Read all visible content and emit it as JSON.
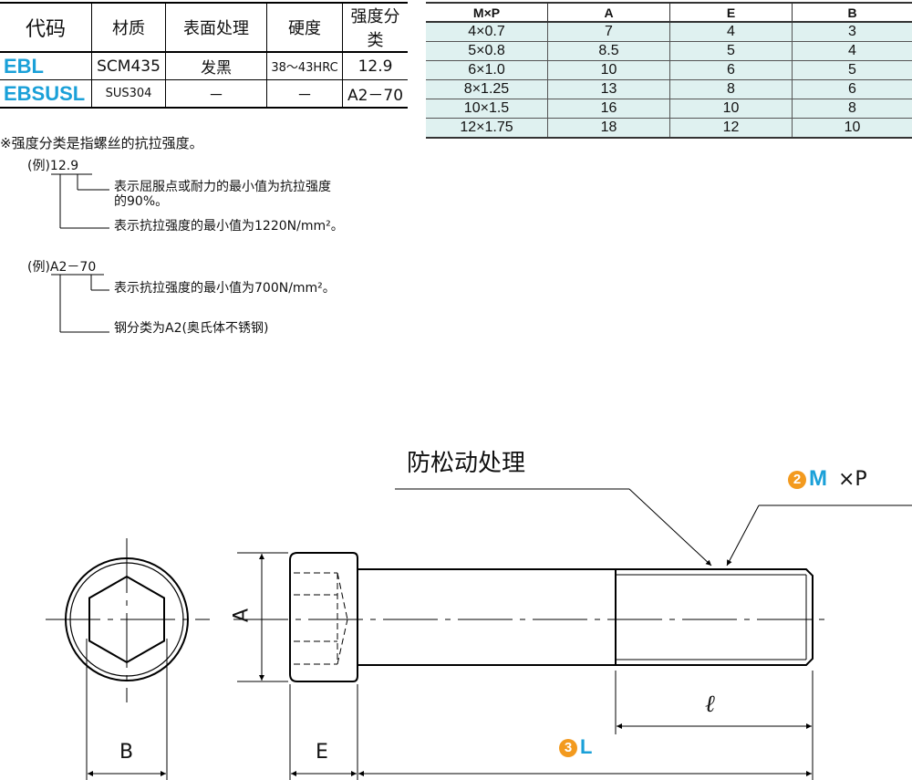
{
  "spec_table": {
    "headers": [
      "代码",
      "材质",
      "表面处理",
      "硬度",
      "强度分类"
    ],
    "rows": [
      {
        "code": "EBL",
        "material": "SCM435",
        "surface": "发黑",
        "hardness": "38～43HRC",
        "strength": "12.9"
      },
      {
        "code": "EBSUSL",
        "material": "SUS304",
        "surface": "－",
        "hardness": "－",
        "strength": "A2－70"
      }
    ]
  },
  "size_table": {
    "headers": [
      "M×P",
      "A",
      "E",
      "B"
    ],
    "rows": [
      [
        "4×0.7",
        "7",
        "4",
        "3"
      ],
      [
        "5×0.8",
        "8.5",
        "5",
        "4"
      ],
      [
        "6×1.0",
        "10",
        "6",
        "5"
      ],
      [
        "8×1.25",
        "13",
        "8",
        "6"
      ],
      [
        "10×1.5",
        "16",
        "10",
        "8"
      ],
      [
        "12×1.75",
        "18",
        "12",
        "10"
      ]
    ]
  },
  "notes": {
    "title": "※强度分类是指螺丝的抗拉强度。",
    "example1_label": "(例)12.9",
    "example1_line1": "表示屈服点或耐力的最小值为抗拉强度",
    "example1_line1b": "的90%。",
    "example1_line2": "表示抗拉强度的最小值为1220N/mm²。",
    "example2_label": "(例)A2－70",
    "example2_line1": "表示抗拉强度的最小值为700N/mm²。",
    "example2_line2": "钢分类为A2(奥氏体不锈钢)"
  },
  "drawing": {
    "anti_loose_label": "防松动处理",
    "m_num": "2",
    "m_label": "M",
    "m_suffix": "×P",
    "l_num": "3",
    "l_label": "L",
    "dim_a": "A",
    "dim_b": "B",
    "dim_e": "E",
    "dim_l": "ℓ",
    "accent_blue": "#1aa0d8",
    "accent_orange": "#f39a1e"
  }
}
